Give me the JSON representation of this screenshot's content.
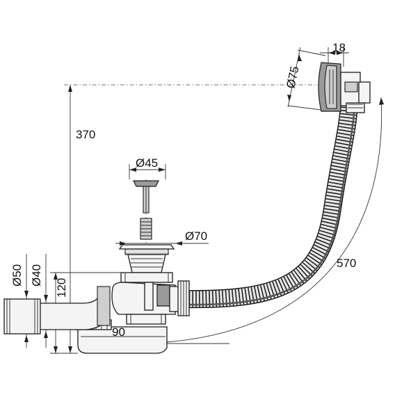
{
  "dimensions": {
    "overflow_head_diameter": "Ø75",
    "overflow_head_depth": "18",
    "overflow_height": "370",
    "plug_diameter": "Ø45",
    "waste_diameter": "Ø70",
    "hose_length": "570",
    "outlet_outer_diameter": "Ø50",
    "outlet_inner_diameter": "Ø40",
    "outlet_height": "120",
    "trap_offset": "90"
  }
}
